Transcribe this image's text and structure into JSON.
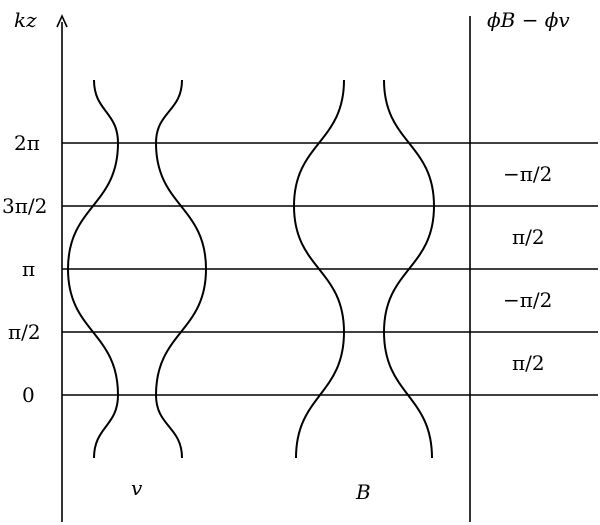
{
  "axis": {
    "y_label": "kz",
    "phase_label": "ϕB − ϕv",
    "ticks": [
      "0",
      "π/2",
      "π",
      "3π/2",
      "2π"
    ]
  },
  "phase_diffs": [
    "π/2",
    "−π/2",
    "π/2",
    "−π/2"
  ],
  "fields": {
    "v_label": "v",
    "b_label": "B"
  }
}
